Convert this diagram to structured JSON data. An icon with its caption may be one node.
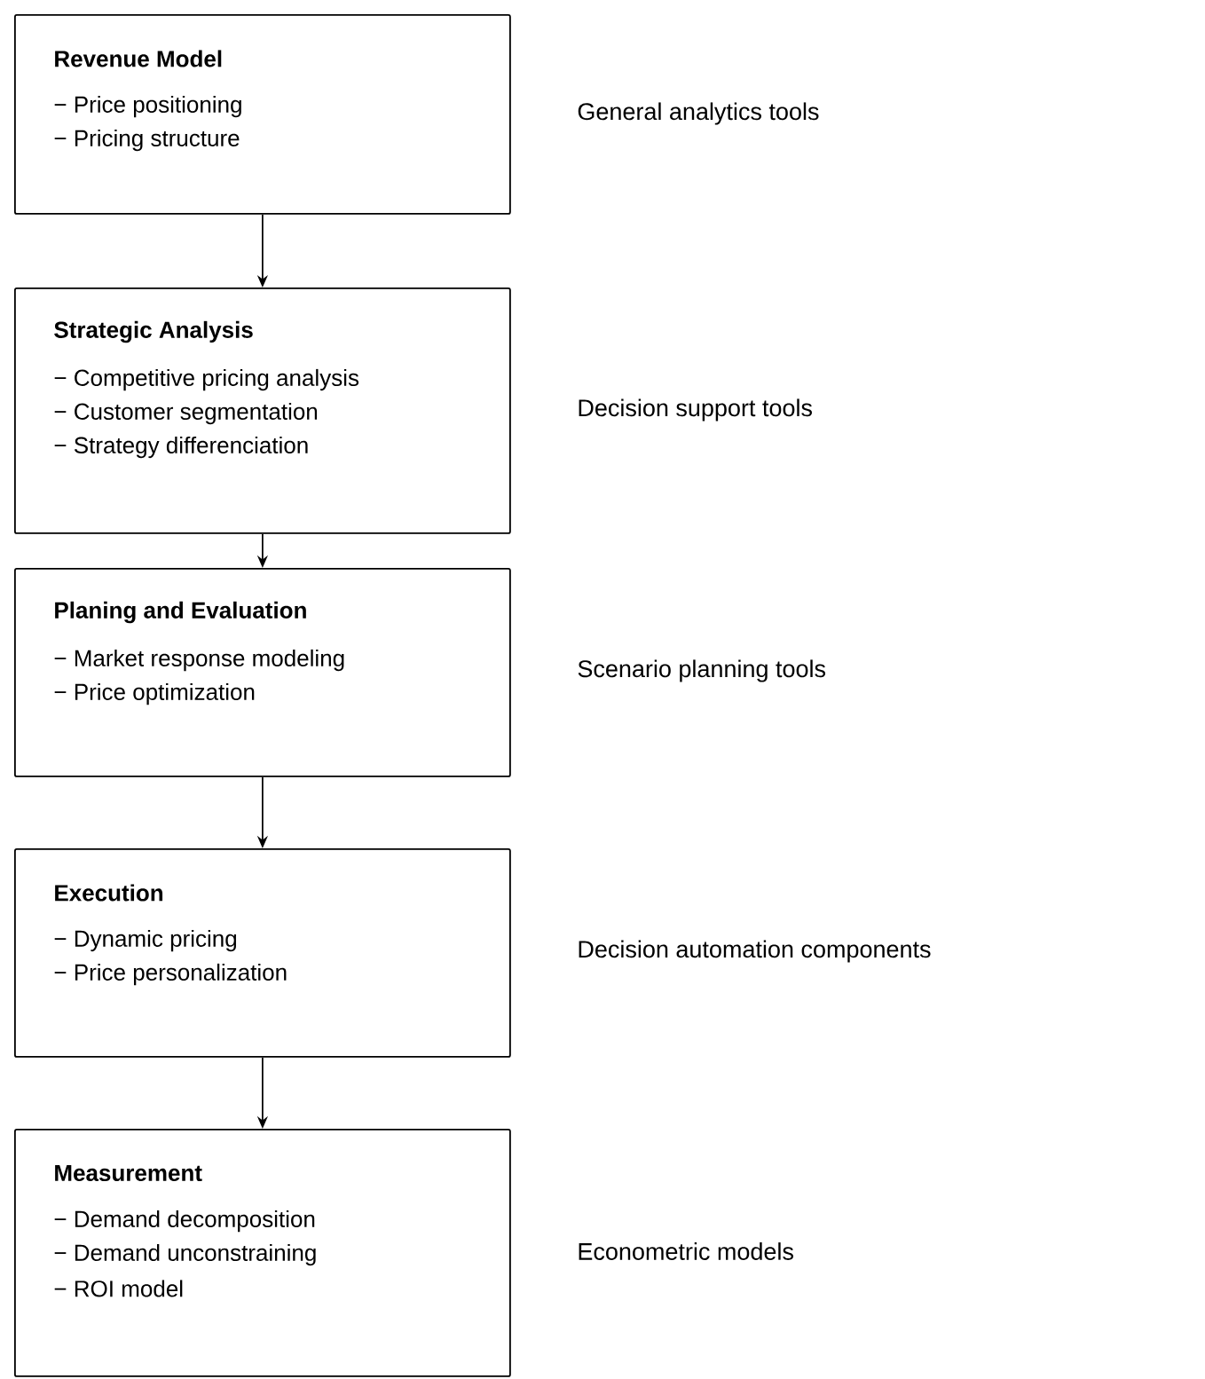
{
  "diagram": {
    "nodes": [
      {
        "text": [
          "Revenue Model",
          "− Price positioning",
          "− Pricing structure"
        ],
        "beside": [
          "General analytics tools"
        ]
      },
      {
        "text": [
          "Strategic Analysis",
          "− Competitive pricing analysis",
          "− Customer segmentation",
          "− Strategy differenciation"
        ],
        "beside": [
          "Decision support tools"
        ]
      },
      {
        "text": [
          "Planing and Evaluation",
          "− Market response modeling",
          "− Price optimization"
        ],
        "beside": [
          "Scenario planning tools"
        ]
      },
      {
        "text": [
          "Execution",
          "− Dynamic pricing",
          "− Price personalization"
        ],
        "beside": [
          "Decision automation components"
        ]
      },
      {
        "text": [
          "Measurement",
          "− Demand decomposition",
          "− Demand unconstraining",
          "− ROI model"
        ],
        "beside": [
          "Econometric models"
        ]
      }
    ],
    "edges": [
      {
        "from": 0,
        "to": 1,
        "arrow": "to"
      },
      {
        "from": 1,
        "to": 2,
        "arrow": "to"
      },
      {
        "from": 2,
        "to": 3,
        "arrow": "to"
      },
      {
        "from": 3,
        "to": 4,
        "arrow": "to"
      }
    ]
  }
}
